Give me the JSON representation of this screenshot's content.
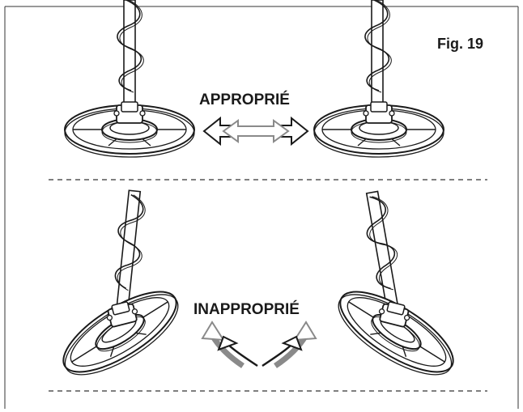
{
  "figure": {
    "label": "Fig. 19"
  },
  "sections": {
    "top": {
      "caption": "APPROPRIÉ"
    },
    "bottom": {
      "caption": "INAPPROPRIÉ"
    }
  },
  "colors": {
    "ink": "#1a1a1a",
    "grey": "#8a8a8a",
    "dashed": "#555555"
  }
}
